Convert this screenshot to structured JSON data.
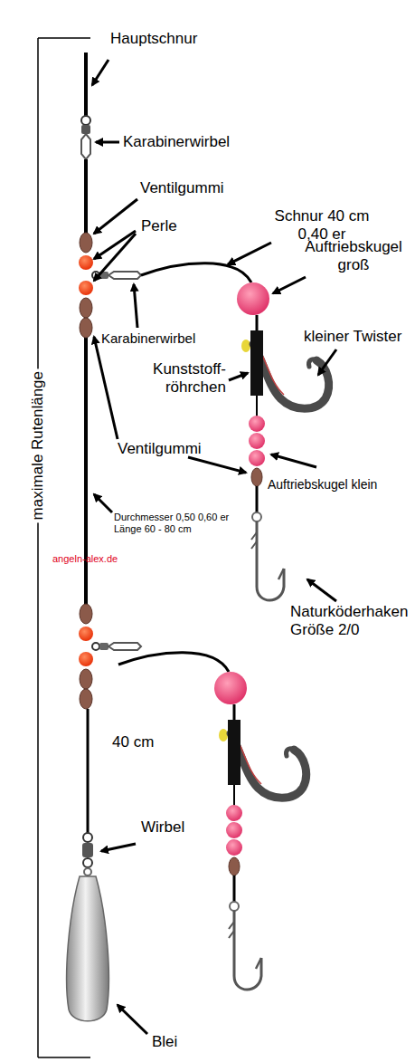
{
  "diagram": {
    "labels": [
      "Hauptschnur",
      "Karabinerwirbel",
      "Ventilgummi",
      "Perle",
      "Schnur 40 cm 0,40 er",
      "Auftriebskugel groß",
      "kleiner Twister",
      "Kunststoff- röhrchen",
      "Karabinerwirbel",
      "Ventilgummi",
      "Auftriebskugel klein",
      "Durchmesser 0,50 0,60 er Länge 60 - 80 cm",
      "angeln-alex.de",
      "Naturköderhaken Größe 2/0",
      "40 cm",
      "Wirbel",
      "Blei",
      "maximale Rutenlänge"
    ]
  }
}
